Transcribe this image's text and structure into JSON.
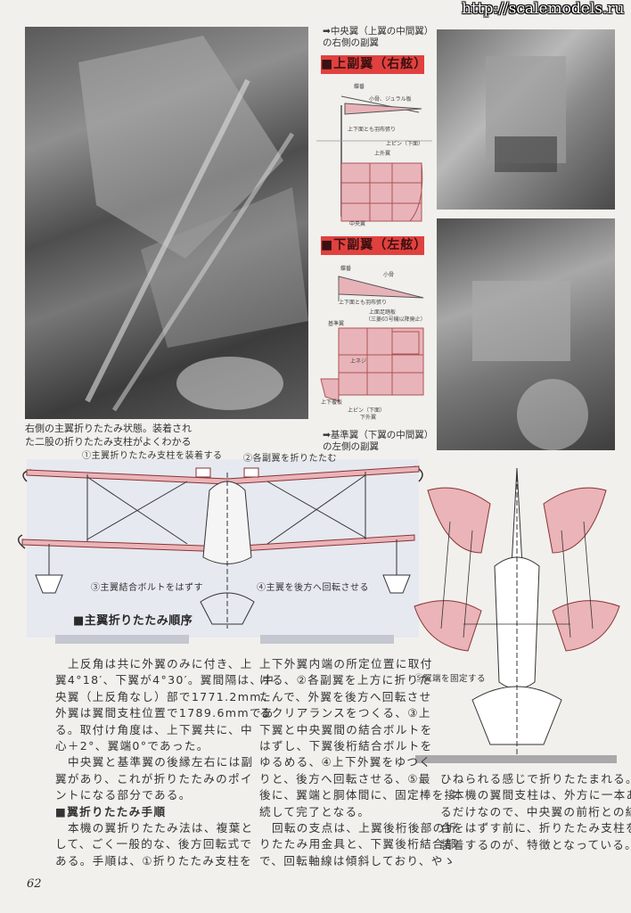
{
  "watermark": "http://scalemodels.ru",
  "photos": {
    "main_caption": [
      "右側の主翼折りたたみ状態。装着され",
      "た二股の折りたたみ支柱がよくわかる"
    ]
  },
  "upper_aileron": {
    "caption": [
      "中央翼（上翼の中間翼）",
      "の右側の副翼"
    ],
    "title": "■上副翼（右舷）",
    "labels": {
      "hinge": "蝶番",
      "rib": "小骨、ジュラル板",
      "fabric": "上下面とも羽布張り",
      "pin": "上ピン（下面）",
      "outer": "上外翼",
      "center": "中央翼"
    }
  },
  "lower_aileron": {
    "title": "■下副翼（左舷）",
    "labels": {
      "hinge": "蝶番",
      "rib": "小骨",
      "fabric": "上下面とも羽布張り",
      "walkway": "上面足踏板",
      "walkway_note": "（三菱65号機以降廃止）",
      "base": "基準翼",
      "screw": "上ネジ",
      "spar": "上下覆板",
      "pin": "上ピン（下面）",
      "lower": "下外翼"
    },
    "caption": [
      "基準翼（下翼の中間翼）",
      "の左側の副翼"
    ]
  },
  "front_diagram": {
    "title": "■主翼折りたたみ順序",
    "steps": {
      "s1": "①主翼折りたたみ支柱を装着する",
      "s2": "②各副翼を折りたたむ",
      "s3": "③主翼結合ボルトをはずす",
      "s4": "④主翼を後方へ回転させる"
    }
  },
  "top_diagram": {
    "s5": "⑤翼端を固定する"
  },
  "colors": {
    "banner": "#e0413f",
    "wing_fill": "#eab4b8",
    "background": "#f1f0ec"
  },
  "body": {
    "col1": [
      {
        "t": "上反角は共に外翼のみに付き、上",
        "ind": true
      },
      {
        "t": "翼4°18′、下翼が4°30′。翼間隔は、中"
      },
      {
        "t": "央翼（上反角なし）部で1771.2mm、"
      },
      {
        "t": "外翼は翼間支柱位置で1789.6mmであ"
      },
      {
        "t": "る。取付け角度は、上下翼共に、中"
      },
      {
        "t": "心＋2°、翼端0°であった。"
      },
      {
        "t": "中央翼と基準翼の後縁左右には副",
        "ind": true
      },
      {
        "t": "翼があり、これが折りたたみのポイ"
      },
      {
        "t": "ントになる部分である。"
      },
      {
        "t": "■翼折りたたみ手順",
        "hd": true
      },
      {
        "t": "本機の翼折りたたみ法は、複葉と",
        "ind": true
      },
      {
        "t": "して、ごく一般的な、後方回転式で"
      },
      {
        "t": "ある。手順は、①折りたたみ支柱を"
      }
    ],
    "col2": [
      {
        "t": "上下外翼内端の所定位置に取付"
      },
      {
        "t": "ける、②各副翼を上方に折りた"
      },
      {
        "t": "たんで、外翼を後方へ回転させ"
      },
      {
        "t": "るクリアランスをつくる、③上"
      },
      {
        "t": "下翼と中央翼間の結合ボルトを"
      },
      {
        "t": "はずし、下翼後桁結合ボルトを"
      },
      {
        "t": "ゆるめる、④上下外翼をゆつく"
      },
      {
        "t": "りと、後方へ回転させる、⑤最"
      },
      {
        "t": "後に、翼端と胴体間に、固定棒を接"
      },
      {
        "t": "続して完了となる。"
      },
      {
        "t": "回転の支点は、上翼後桁後部の折",
        "ind": true
      },
      {
        "t": "りたたみ用金具と、下翼後桁結合部"
      },
      {
        "t": "で、回転軸線は傾斜しており、やゝ"
      }
    ],
    "col3": [
      {
        "t": "ひねられる感じで折りたたまれる。"
      },
      {
        "t": "本機の翼間支柱は、外方に一本あ",
        "ind": true
      },
      {
        "t": "るだけなので、中央翼の前桁との結"
      },
      {
        "t": "合をはずす前に、折りたたみ支柱を"
      },
      {
        "t": "装着するのが、特徴となっている。"
      }
    ]
  },
  "page_number": "62"
}
